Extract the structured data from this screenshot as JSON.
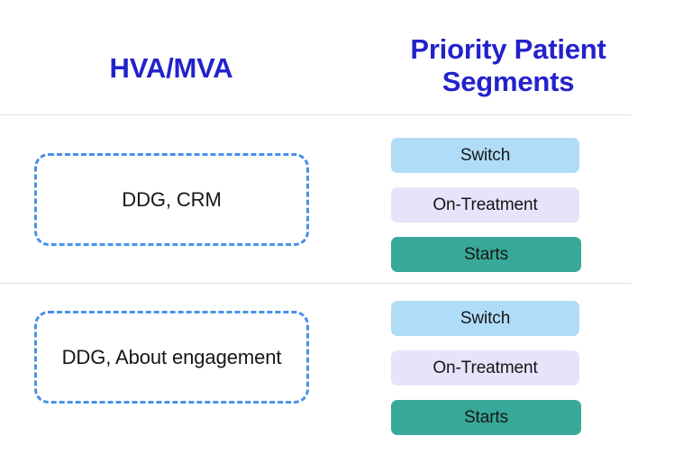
{
  "columns": {
    "left_header": "HVA/MVA",
    "right_header_line1": "Priority Patient",
    "right_header_line2": "Segments"
  },
  "colors": {
    "header_blue": "#2222cc",
    "dashed_border_blue": "#4a90e8",
    "pill_switch": "#b0dcf8",
    "pill_on_treatment": "#e8e2fb",
    "pill_starts": "#38a898",
    "separator": "#e2e2e4",
    "text_dark": "#161616"
  },
  "rows": [
    {
      "capability": "DDG, CRM",
      "segments": [
        {
          "label": "Switch",
          "style": "switch"
        },
        {
          "label": "On-Treatment",
          "style": "ontreatment"
        },
        {
          "label": "Starts",
          "style": "starts"
        }
      ]
    },
    {
      "capability": "DDG, About engagement",
      "segments": [
        {
          "label": "Switch",
          "style": "switch"
        },
        {
          "label": "On-Treatment",
          "style": "ontreatment"
        },
        {
          "label": "Starts",
          "style": "starts"
        }
      ]
    }
  ]
}
